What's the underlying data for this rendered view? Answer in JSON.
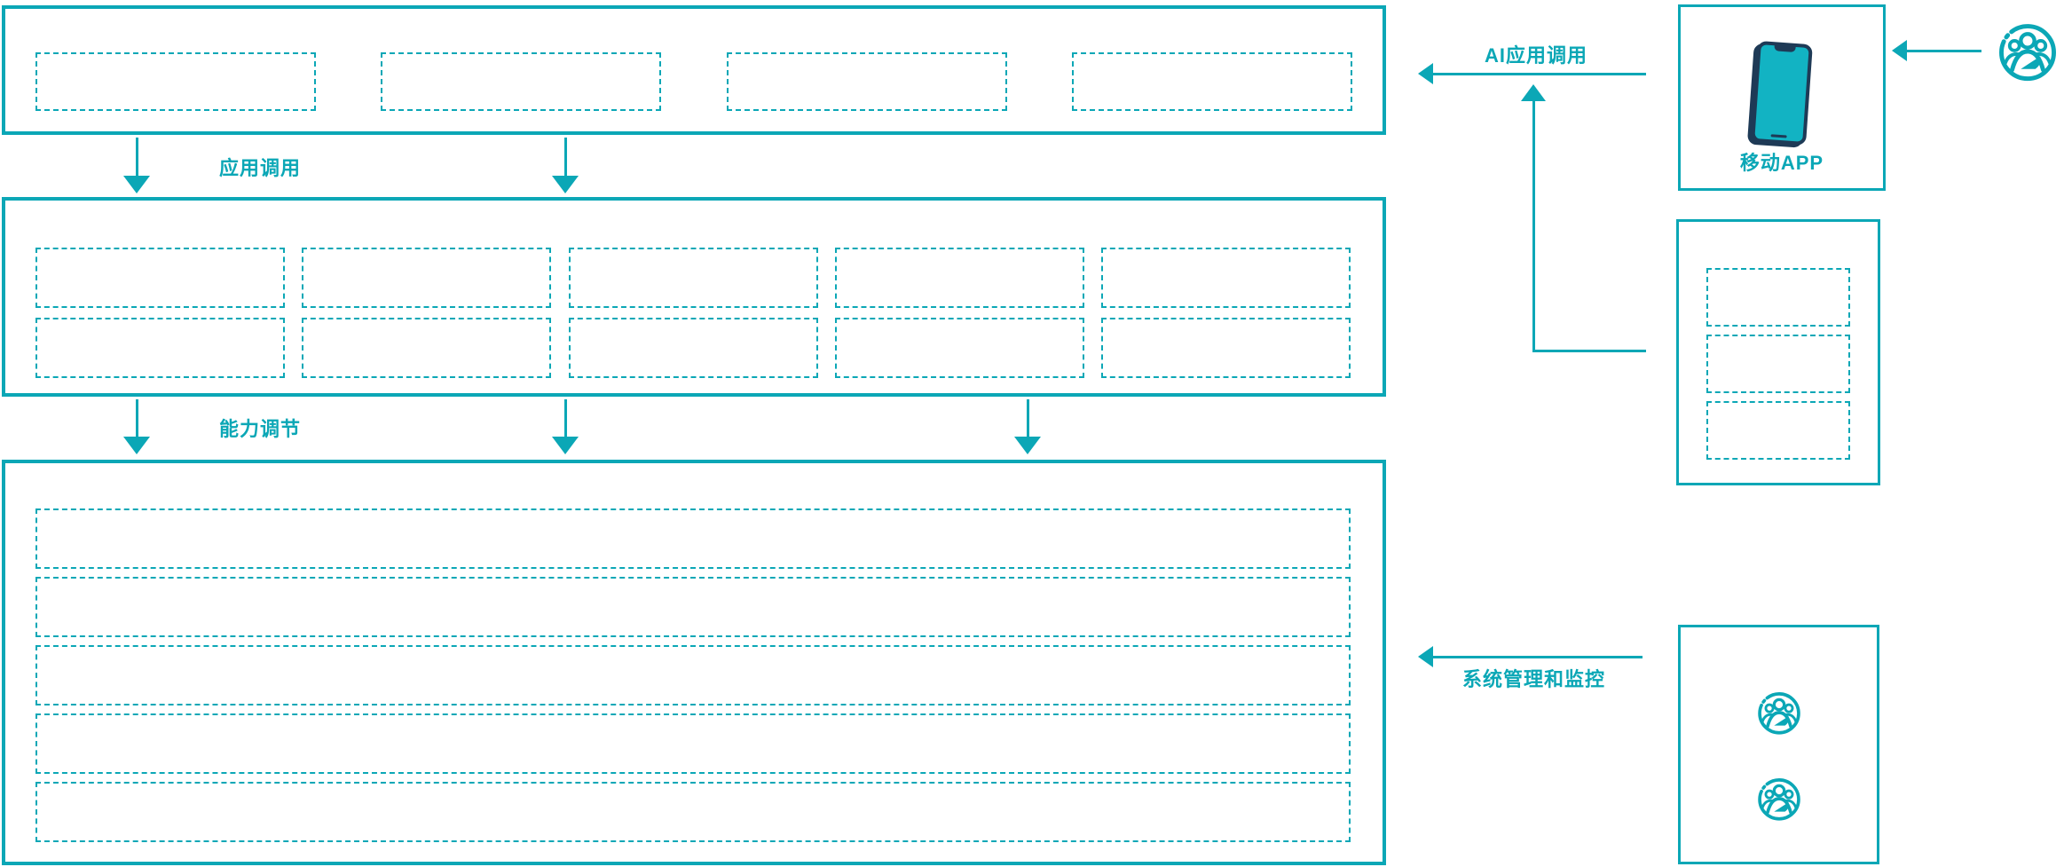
{
  "colors": {
    "accent": "#0BA7B6",
    "phone_fill": "#12B3C3",
    "icon_navy": "#1E3A56"
  },
  "connectors": {
    "app_call": {
      "label": "应用调用"
    },
    "capability_adjust": {
      "label": "能力调节"
    },
    "ai_app_call": {
      "label": "AI应用调用"
    },
    "system_monitor": {
      "label": "系统管理和监控"
    }
  },
  "main_panel": {
    "top_box": {
      "slots": 4
    },
    "middle_box": {
      "rows": 2,
      "cols": 5
    },
    "bottom_box": {
      "rows": 5
    }
  },
  "right_panel": {
    "mobile_app": {
      "label": "移动APP",
      "icon": "smartphone-icon"
    },
    "api_box": {
      "slots": 3
    },
    "admin_box": {
      "icons": [
        "user-group-icon",
        "user-group-icon"
      ]
    }
  },
  "external_user": {
    "icon": "user-group-icon"
  }
}
